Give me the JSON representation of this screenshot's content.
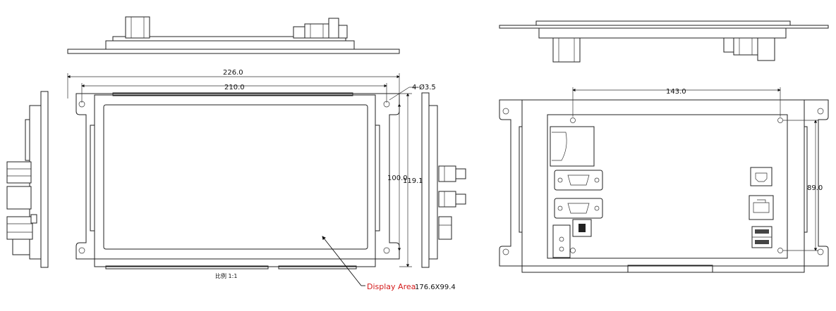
{
  "front_view": {
    "dim_overall_width": "226.0",
    "dim_hole_spacing": "210.0",
    "dim_hole_callout": "4-Ø3.5",
    "dim_height_inner": "100.0",
    "dim_height_outer": "119.1",
    "scale_label": "比例 1:1",
    "display_area_label": "Display Area",
    "display_area_value": "176.6X99.4"
  },
  "rear_view": {
    "dim_hole_spacing": "143.0",
    "dim_hole_height": "89.0"
  },
  "colors": {
    "line": "#222222",
    "callout_red": "#d41a1a"
  }
}
